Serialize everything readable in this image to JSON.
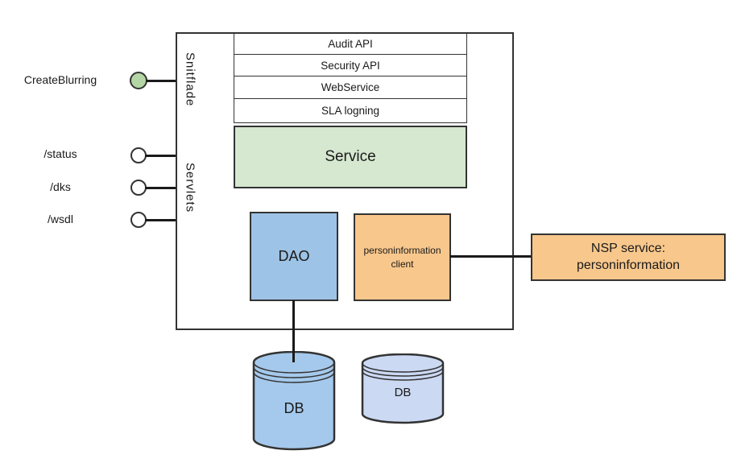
{
  "colors": {
    "border": "#333333",
    "line": "#1a1a1a",
    "endpoint_green": "#b4d6a4",
    "service_green": "#d6e8d0",
    "dao_blue": "#9dc3e6",
    "db_blue": "#a5c9ec",
    "db_light_blue": "#cbd9f3",
    "orange": "#f8c78c"
  },
  "endpoints": [
    {
      "label": "CreateBlurring",
      "style": "filled-green"
    },
    {
      "label": "/status",
      "style": "open"
    },
    {
      "label": "/dks",
      "style": "open"
    },
    {
      "label": "/wsdl",
      "style": "open"
    }
  ],
  "container": {
    "section_labels": [
      {
        "label": "Snitflade"
      },
      {
        "label": "Servlets"
      }
    ]
  },
  "layers": [
    {
      "label": "Audit API"
    },
    {
      "label": "Security API"
    },
    {
      "label": "WebService"
    },
    {
      "label": "SLA logning"
    }
  ],
  "service": {
    "label": "Service"
  },
  "dao": {
    "label": "DAO"
  },
  "client": {
    "line1": "personinformation",
    "line2": "client"
  },
  "nsp": {
    "line1": "NSP service:",
    "line2": "personinformation"
  },
  "databases": [
    {
      "label": "DB"
    },
    {
      "label": "DB"
    }
  ]
}
